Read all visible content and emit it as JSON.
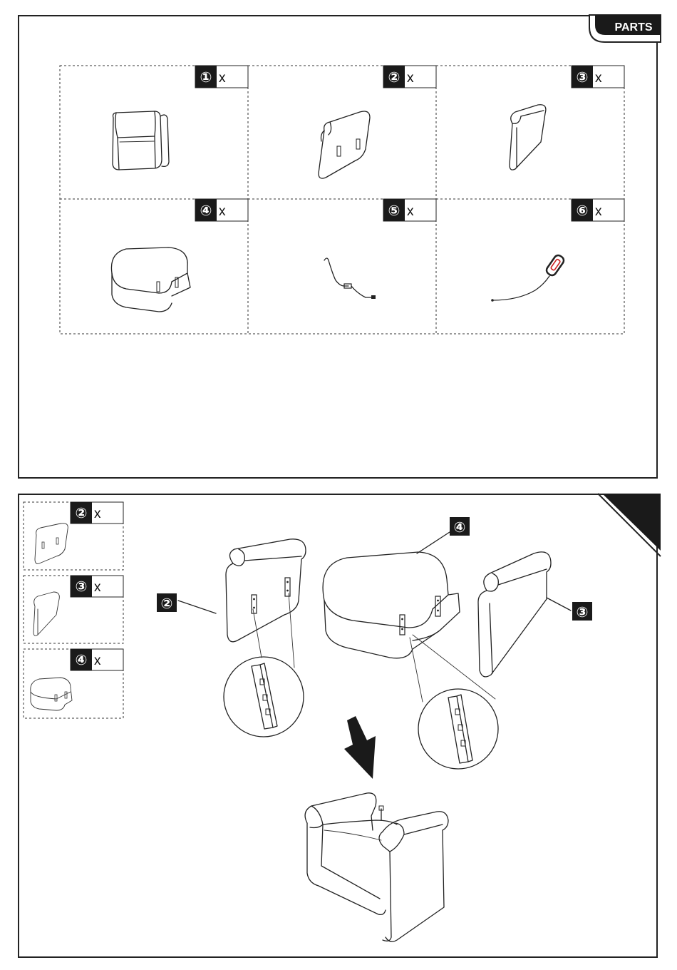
{
  "header": {
    "title": "PARTS"
  },
  "parts": [
    {
      "num": "①",
      "qty": "x",
      "icon": "chair-frame-icon"
    },
    {
      "num": "②",
      "qty": "x",
      "icon": "backrest-icon"
    },
    {
      "num": "③",
      "qty": "x",
      "icon": "armrest-icon"
    },
    {
      "num": "④",
      "qty": "x",
      "icon": "seat-cushion-icon"
    },
    {
      "num": "⑤",
      "qty": "x",
      "icon": "power-cable-icon"
    },
    {
      "num": "⑥",
      "qty": "x",
      "icon": "hand-remote-icon"
    }
  ],
  "step": {
    "side_parts": [
      {
        "num": "②",
        "qty": "x"
      },
      {
        "num": "③",
        "qty": "x"
      },
      {
        "num": "④",
        "qty": "x"
      }
    ],
    "callouts": {
      "backrest": "②",
      "seat": "④",
      "armrest": "③"
    }
  },
  "colors": {
    "ink": "#111111",
    "badge": "#1a1a1a",
    "remote_accent": "#cc2222"
  }
}
